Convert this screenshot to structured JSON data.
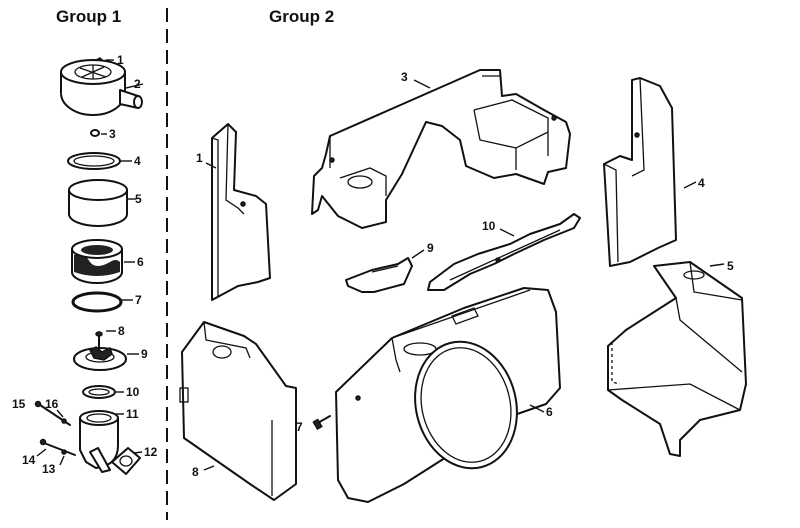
{
  "group1": {
    "title": "Group 1",
    "callouts": {
      "p1": "1",
      "p2": "2",
      "p3": "3",
      "p4": "4",
      "p5": "5",
      "p6": "6",
      "p7": "7",
      "p8": "8",
      "p9": "9",
      "p10": "10",
      "p11": "11",
      "p12": "12",
      "p13": "13",
      "p14": "14",
      "p15": "15",
      "p16": "16"
    }
  },
  "group2": {
    "title": "Group 2",
    "callouts": {
      "p1": "1",
      "p3": "3",
      "p4": "4",
      "p5": "5",
      "p6": "6",
      "p7": "7",
      "p8": "8",
      "p9": "9",
      "p10": "10"
    }
  }
}
